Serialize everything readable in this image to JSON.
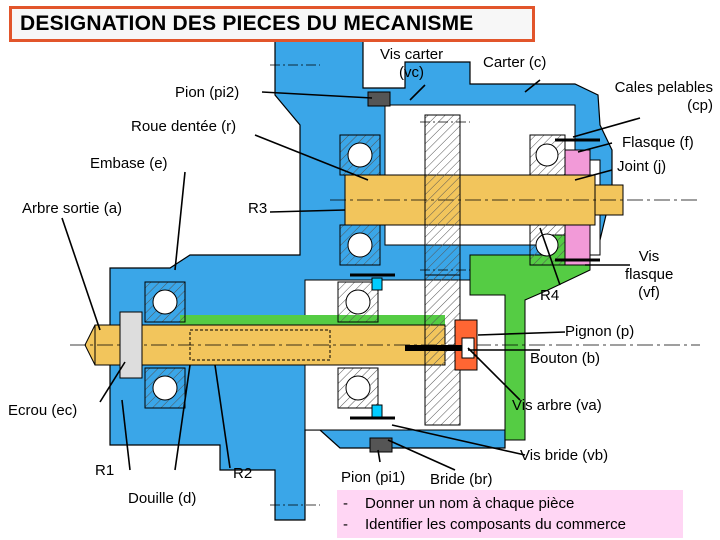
{
  "title": "DESIGNATION DES PIECES DU MECANISME",
  "colors": {
    "housing": "#3aa6e8",
    "cover": "#55cc44",
    "shaft": "#f2c55c",
    "joint": "#f29ad8",
    "bearing_ball": "#ffffff",
    "pinion": "#ff6633",
    "title_border": "#e2552b",
    "note_background": "#ffd6f4"
  },
  "labels": {
    "vis_carter": [
      "Vis carter",
      "(vc)"
    ],
    "carter": "Carter (c)",
    "pion_pi2": "Pion (pi2)",
    "cales": [
      "Cales pelables",
      "(cp)"
    ],
    "roue_dentee": "Roue dentée (r)",
    "flasque": "Flasque (f)",
    "joint": "Joint (j)",
    "embase": "Embase (e)",
    "arbre_sortie": "Arbre sortie (a)",
    "r3": "R3",
    "vis_flasque": [
      "Vis",
      "flasque",
      "(vf)"
    ],
    "r4": "R4",
    "pignon": "Pignon (p)",
    "bouton": "Bouton (b)",
    "ecrou": "Ecrou (ec)",
    "vis_arbre": "Vis arbre (va)",
    "vis_bride": "Vis bride (vb)",
    "r1": "R1",
    "r2": "R2",
    "pion_pi1": "Pion (pi1)",
    "bride": "Bride (br)",
    "douille": "Douille (d)"
  },
  "instructions": [
    "Donner un nom à chaque pièce",
    "Identifier les composants du commerce"
  ]
}
